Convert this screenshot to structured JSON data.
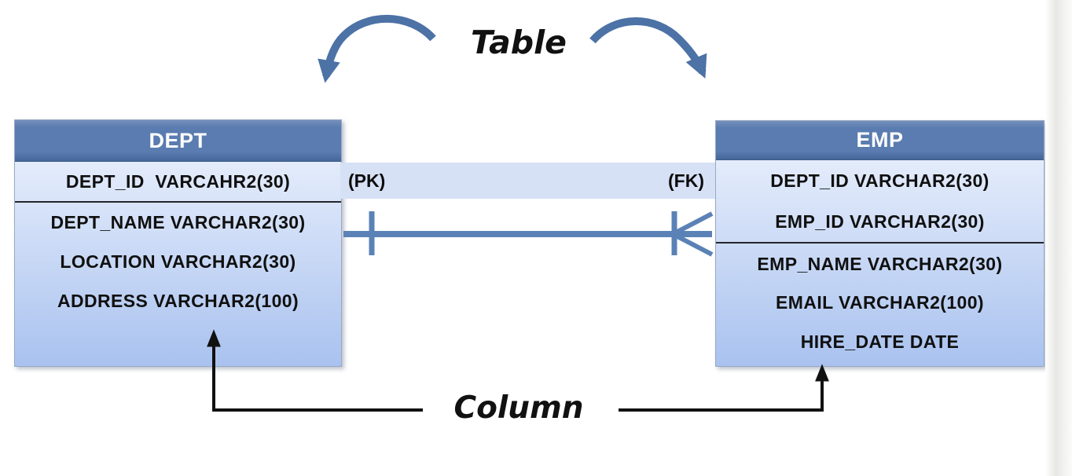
{
  "diagram": {
    "table_annotation": "Table",
    "column_annotation": "Column",
    "pk_label": "(PK)",
    "fk_label": "(FK)",
    "relationship": "one-to-many crow's foot from DEPT (one) to EMP (many)"
  },
  "dept_table": {
    "title": "DEPT",
    "key_columns": [
      "DEPT_ID  VARCAHR2(30)"
    ],
    "columns": [
      "DEPT_NAME VARCHAR2(30)",
      "LOCATION VARCHAR2(30)",
      "ADDRESS VARCHAR2(100)"
    ]
  },
  "emp_table": {
    "title": "EMP",
    "key_columns": [
      "DEPT_ID VARCHAR2(30)",
      "EMP_ID VARCHAR2(30)"
    ],
    "columns": [
      "EMP_NAME VARCHAR2(30)",
      "EMAIL VARCHAR2(100)",
      "HIRE_DATE DATE"
    ]
  },
  "colors": {
    "header_blue": "#5a7cb0",
    "header_blue_dark": "#46669a",
    "header_blue_light": "#7590bc",
    "body_top": "#e4ecfb",
    "body_bottom": "#a9c2ef",
    "band": "#d6e1f6",
    "separator": "#23252e",
    "relation_blue": "#5b82b6",
    "arrow_blue": "#4c72a6",
    "annotation_black": "#111111",
    "page_edge": "#e7e7e5"
  }
}
